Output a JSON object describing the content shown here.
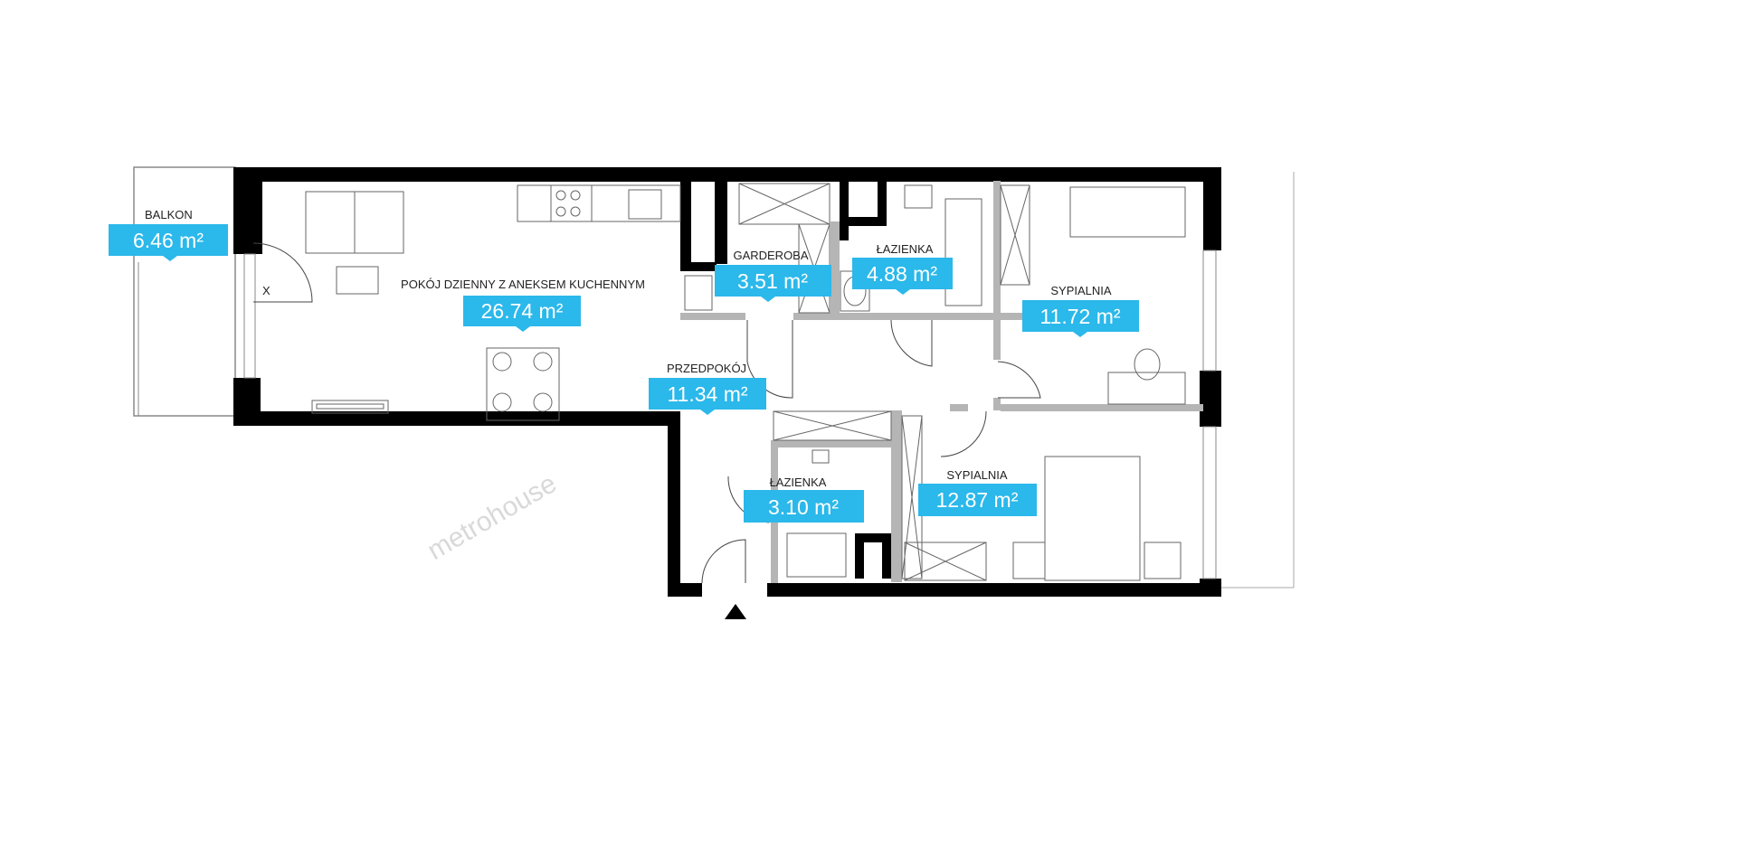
{
  "watermark": "metrohouse",
  "accent_color": "#2bb8ea",
  "rooms": [
    {
      "name": "BALKON",
      "area": "6.46 m²"
    },
    {
      "name": "POKÓJ DZIENNY Z ANEKSEM KUCHENNYM",
      "area": "26.74 m²"
    },
    {
      "name": "GARDEROBA",
      "area": "3.51 m²"
    },
    {
      "name": "ŁAZIENKA",
      "area": "4.88 m²"
    },
    {
      "name": "SYPIALNIA",
      "area": "11.72 m²"
    },
    {
      "name": "PRZEDPOKÓJ",
      "area": "11.34 m²"
    },
    {
      "name": "ŁAZIENKA",
      "area": "3.10 m²"
    },
    {
      "name": "SYPIALNIA",
      "area": "12.87 m²"
    }
  ],
  "markers": {
    "window_x": "X"
  }
}
